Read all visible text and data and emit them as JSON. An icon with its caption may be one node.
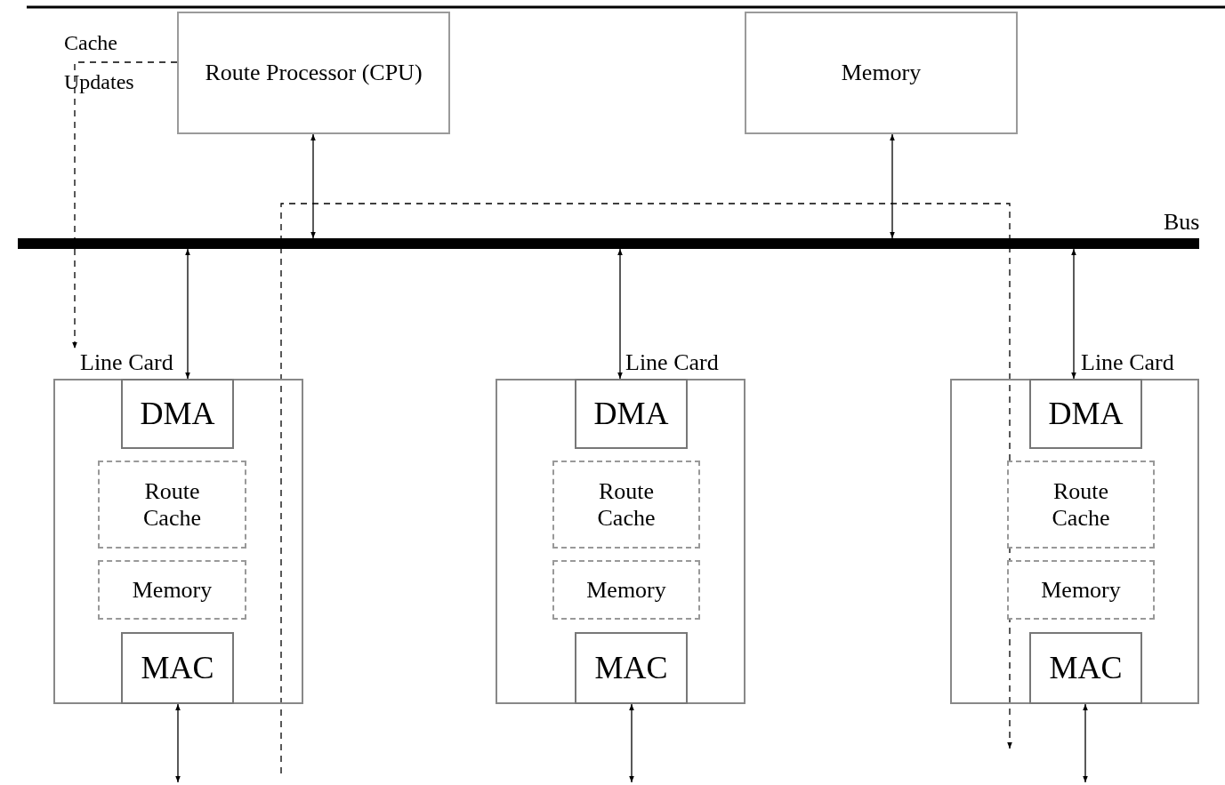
{
  "diagram": {
    "nodes": [
      {
        "text": [
          "Route Processor (CPU)"
        ]
      },
      {
        "text": [
          "Memory"
        ]
      },
      {
        "text": [],
        "shape": "bar",
        "beside": [
          "Bus"
        ]
      },
      {
        "text": [
          "Line Card"
        ]
      },
      {
        "text": [
          "DMA"
        ],
        "in": 3
      },
      {
        "text": [
          "Route Cache"
        ],
        "in": 3
      },
      {
        "text": [
          "Memory"
        ],
        "in": 3
      },
      {
        "text": [
          "MAC"
        ],
        "in": 3
      },
      {
        "text": [
          "Line Card"
        ]
      },
      {
        "text": [
          "DMA"
        ],
        "in": 8
      },
      {
        "text": [
          "Route Cache"
        ],
        "in": 8
      },
      {
        "text": [
          "Memory"
        ],
        "in": 8
      },
      {
        "text": [
          "MAC"
        ],
        "in": 8
      },
      {
        "text": [
          "Line Card"
        ]
      },
      {
        "text": [
          "DMA"
        ],
        "in": 13
      },
      {
        "text": [
          "Route Cache"
        ],
        "in": 13
      },
      {
        "text": [
          "Memory"
        ],
        "in": 13
      },
      {
        "text": [
          "MAC"
        ],
        "in": 13
      }
    ],
    "edges": [
      {
        "from": 0,
        "to": 2,
        "arrow": "both"
      },
      {
        "from": 1,
        "to": 2,
        "arrow": "both"
      },
      {
        "from": 2,
        "to": 4,
        "arrow": "both"
      },
      {
        "from": 2,
        "to": 9,
        "arrow": "both"
      },
      {
        "from": 2,
        "to": 14,
        "arrow": "both"
      },
      {
        "from": 7,
        "to": null,
        "arrow": "both"
      },
      {
        "from": 12,
        "to": null,
        "arrow": "both"
      },
      {
        "from": 17,
        "to": null,
        "arrow": "both"
      },
      {
        "from": 0,
        "to": 3,
        "arrow": "to",
        "label": "Cache Updates",
        "style": "dashed"
      },
      {
        "from": 3,
        "to": null,
        "arrow": "to",
        "style": "dashed"
      }
    ]
  }
}
